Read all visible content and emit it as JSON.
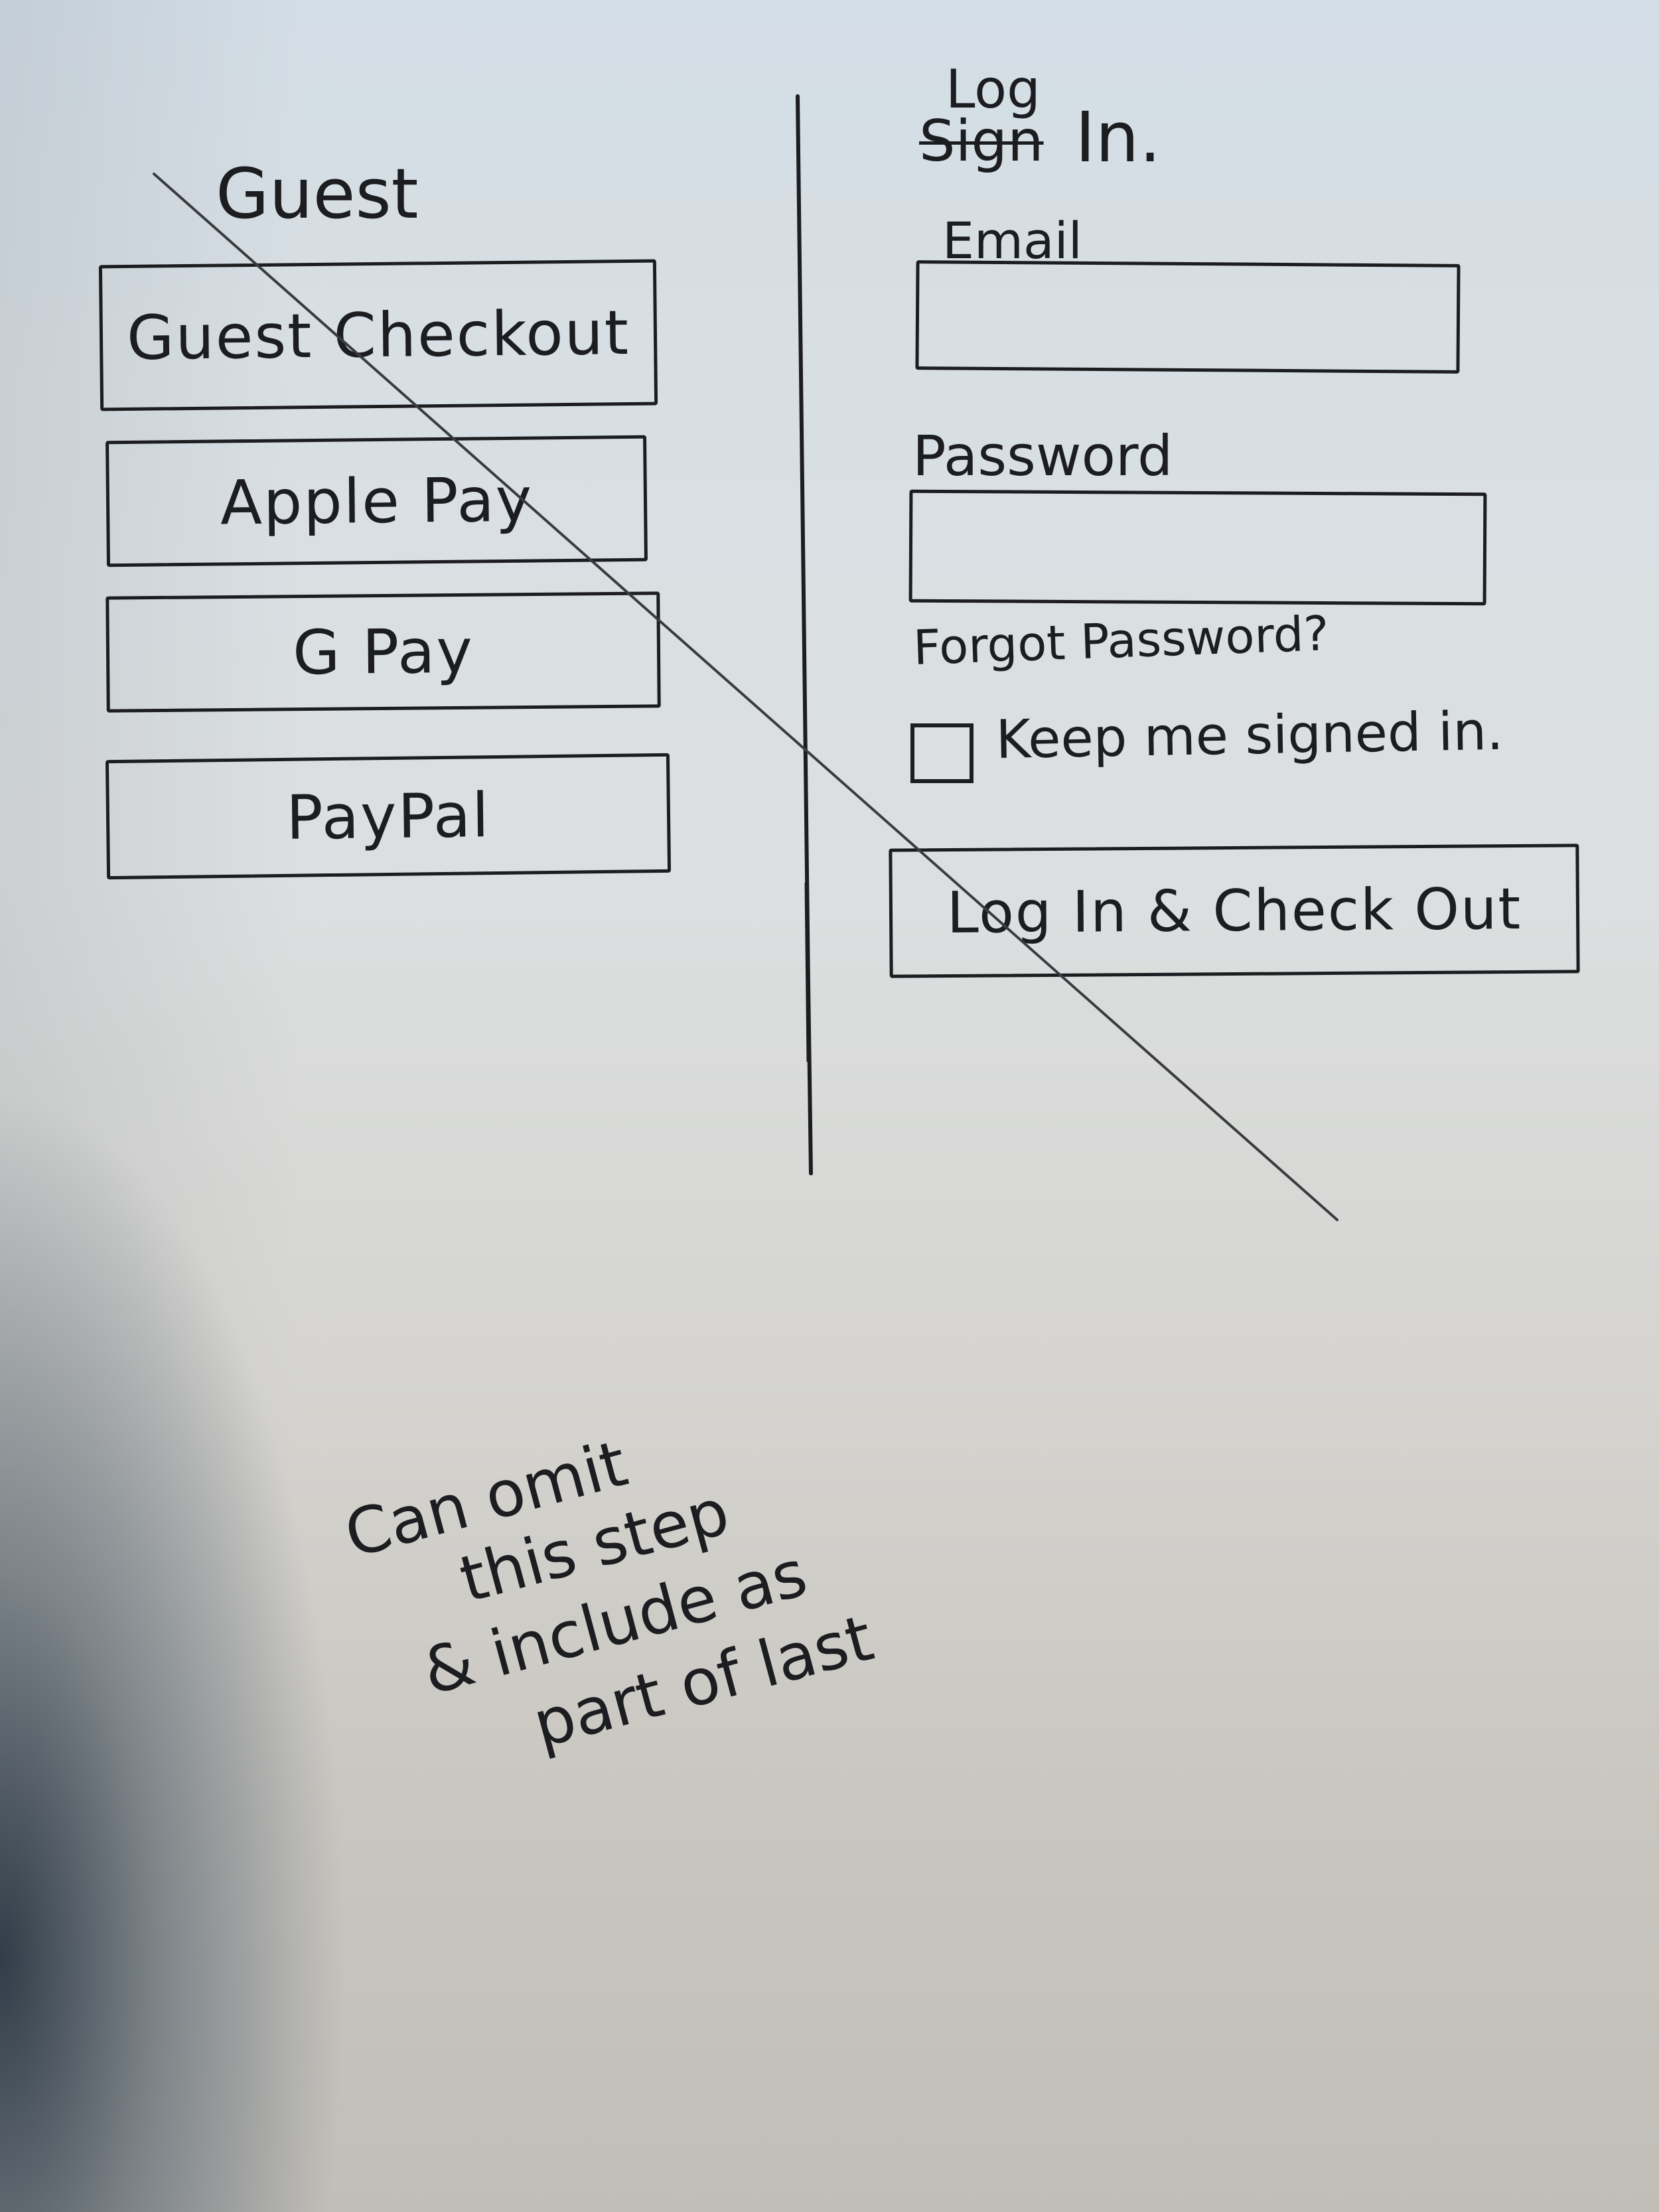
{
  "guest_column": {
    "heading": "Guest",
    "buttons": [
      {
        "label": "Guest Checkout"
      },
      {
        "label": "Apple Pay"
      },
      {
        "label": "G Pay"
      },
      {
        "label": "PayPal"
      }
    ]
  },
  "login_column": {
    "heading_struck": "Sign",
    "heading_inserted": "Log",
    "heading": "In.",
    "email_label": "Email",
    "email_value": "",
    "password_label": "Password",
    "password_value": "",
    "forgot_link": "Forgot Password?",
    "keep_signed_in_label": "Keep me signed in.",
    "keep_signed_in_checked": false,
    "submit_label": "Log In & Check Out"
  },
  "margin_note": {
    "lines": [
      "Can omit",
      "this step",
      "& include as",
      "part of last"
    ]
  },
  "colors": {
    "ink": "#1c1d20",
    "paper": "#d8dfe4",
    "strike_line": "#3a3b3e"
  }
}
